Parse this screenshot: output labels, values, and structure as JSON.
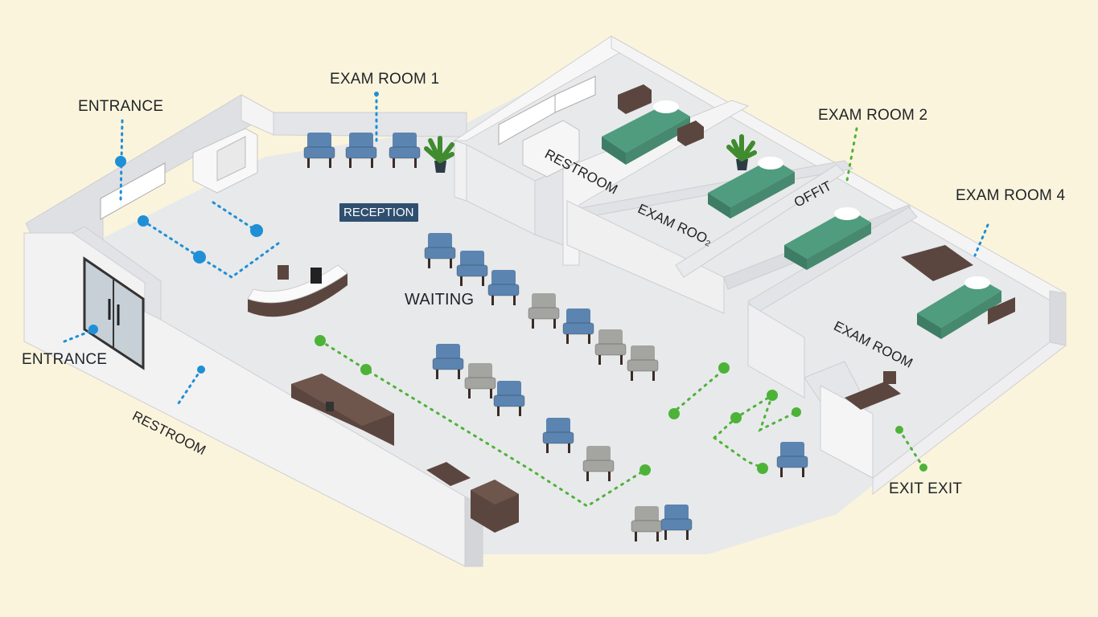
{
  "labels": {
    "exam_room_1": "EXAM ROOM 1",
    "exam_room_2": "EXAM ROOM 2",
    "exam_room_4": "EXAM ROOM 4",
    "entrance_top": "ENTRANCE",
    "entrance_left": "ENTRANCE",
    "restroom_left": "RESTROOM",
    "restroom_top": "RESTROOM",
    "reception": "RECEPTION",
    "waiting": "WAITING",
    "exam_room_mid": "EXAM ROO₂",
    "offit": "OFFIT",
    "exam_room_right": "EXAM ROOM",
    "exit": "EXIT EXIT"
  },
  "colors": {
    "background": "#fbf4dc",
    "path_blue": "#1f8fd6",
    "path_green": "#4db338",
    "chair_blue": "#5b84b1",
    "chair_gray": "#a4a4a0",
    "bed_green": "#4f9c7f",
    "desk_brown": "#5b463f",
    "reception_bg": "#2f4f6f"
  }
}
